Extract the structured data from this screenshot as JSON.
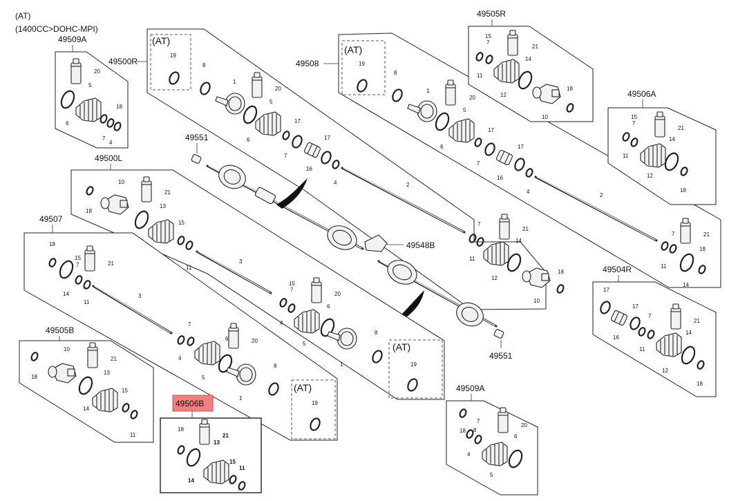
{
  "header": {
    "line1": "(AT)",
    "line2": "(1400CC>DOHC-MPI)"
  },
  "selected_part": "49506B",
  "groups": {
    "g49509A_left": "49509A",
    "g49500R": "49500R",
    "g49508": "49508",
    "g49505R": "49505R",
    "g49506A": "49506A",
    "g49551_top": "49551",
    "g49500L": "49500L",
    "g49507": "49507",
    "g49548B": "49548B",
    "g49551_bottom": "49551",
    "g49504R": "49504R",
    "g49505B": "49505B",
    "g49506B": "49506B",
    "g49509A_right": "49509A"
  },
  "at_label": "(AT)",
  "colors": {
    "highlight": "#f08080",
    "line": "#222222",
    "background": "#ffffff"
  }
}
